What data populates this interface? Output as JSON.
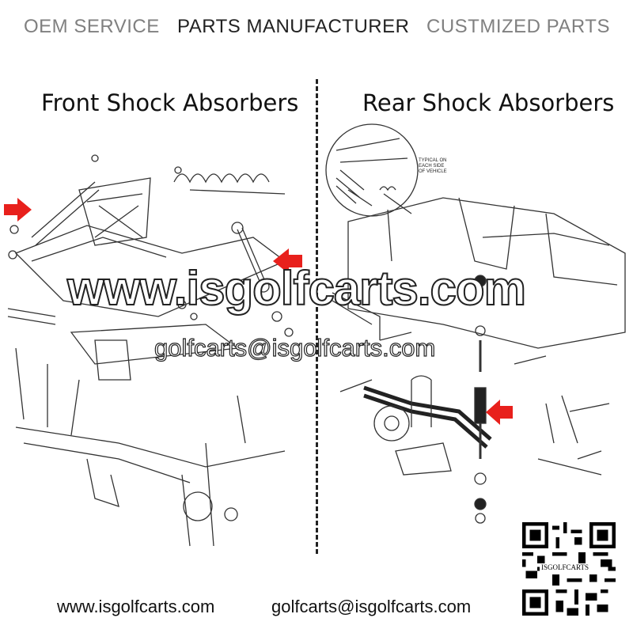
{
  "header": {
    "items": [
      "OEM SERVICE",
      "PARTS MANUFACTURER",
      "CUSTMIZED PARTS"
    ]
  },
  "titles": {
    "front": "Front Shock Absorbers",
    "rear": "Rear Shock Absorbers"
  },
  "callout": {
    "note": "TYPICAL ON EACH SIDE OF VEHICLE"
  },
  "watermark": {
    "site": "www.isgolfcarts.com",
    "email": "golfcarts@isgolfcarts.com"
  },
  "qr": {
    "label": "ISGOLFCARTS"
  },
  "footer": {
    "website": "www.isgolfcarts.com",
    "email": "golfcarts@isgolfcarts.com"
  },
  "colors": {
    "arrow": "#e8201c",
    "header_gray": "#808080",
    "ink": "#222222"
  }
}
